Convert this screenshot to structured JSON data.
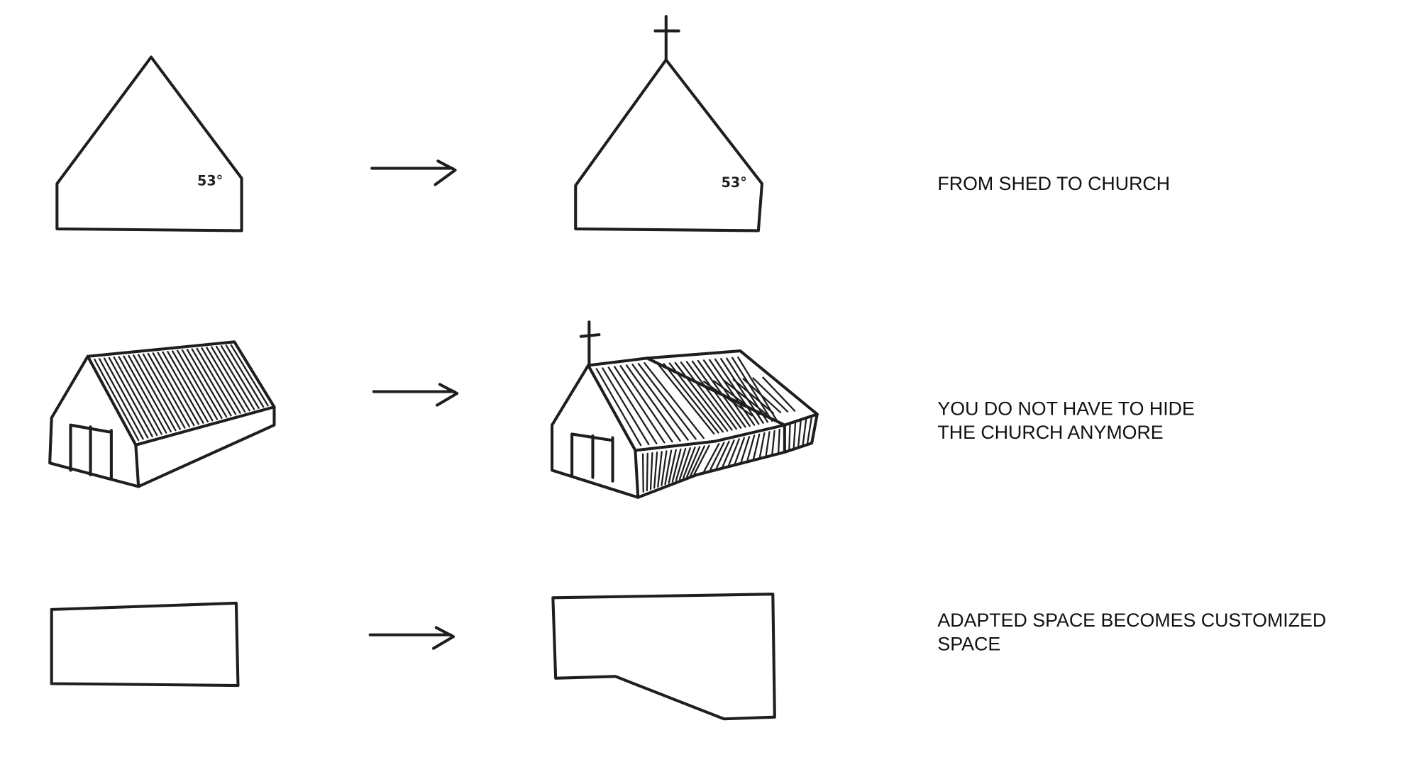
{
  "rows": [
    {
      "caption_lines": [
        "FROM SHED TO CHURCH"
      ],
      "angle_label": "53°"
    },
    {
      "caption_lines": [
        "YOU DO NOT HAVE TO HIDE",
        "THE CHURCH ANYMORE"
      ]
    },
    {
      "caption_lines": [
        "ADAPTED SPACE BECOMES CUSTOMIZED",
        "SPACE"
      ]
    }
  ],
  "colors": {
    "ink": "#1e1e1e",
    "background": "#ffffff"
  }
}
